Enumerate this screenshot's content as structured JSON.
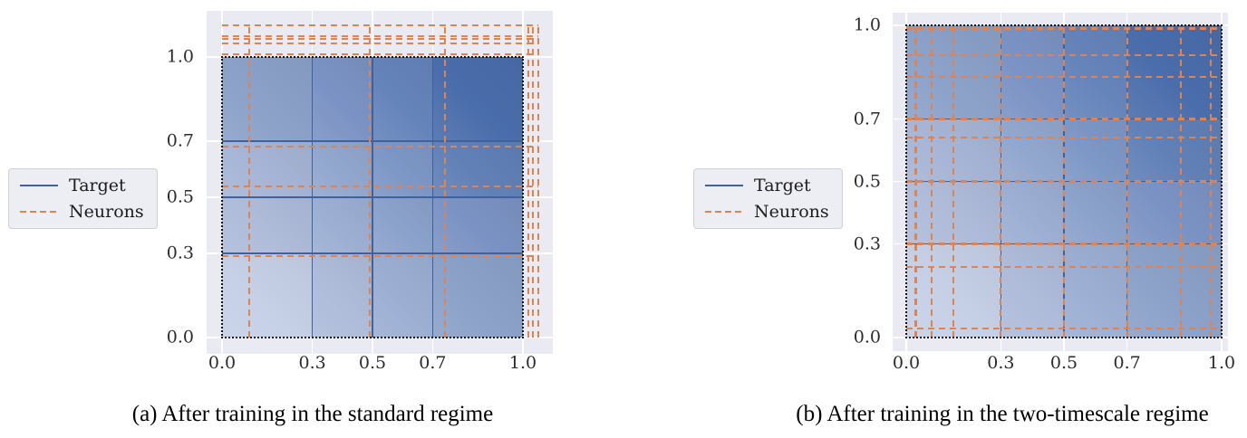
{
  "figure": {
    "panel_background": "#e9eaf2",
    "grid_color": "#ffffff",
    "target_color": "#3e62a0",
    "neuron_color": "#dd8452",
    "target_boundary_color": "#131313",
    "tick_text_color": "#2b2b2b"
  },
  "legend": {
    "items": [
      {
        "label": "Target",
        "style": "solid",
        "color": "#3e62a0"
      },
      {
        "label": "Neurons",
        "style": "dashed",
        "color": "#dd8452"
      }
    ]
  },
  "chart_data": [
    {
      "id": "a",
      "type": "heatmap",
      "caption": "(a) After training in the standard regime",
      "xticks": {
        "values": [
          0.0,
          0.3,
          0.5,
          0.7,
          1.0
        ],
        "labels": [
          "0.0",
          "0.3",
          "0.5",
          "0.7",
          "1.0"
        ]
      },
      "yticks": {
        "values": [
          0.0,
          0.3,
          0.5,
          0.7,
          1.0
        ],
        "labels": [
          "0.0",
          "0.3",
          "0.5",
          "0.7",
          "1.0"
        ]
      },
      "xlim": [
        -0.05,
        1.1
      ],
      "ylim": [
        -0.06,
        1.17
      ],
      "grid": true,
      "target_partition": {
        "x_edges": [
          0.0,
          0.3,
          0.5,
          0.7,
          1.0
        ],
        "y_edges": [
          0.0,
          0.3,
          0.5,
          0.7,
          1.0
        ]
      },
      "cell_colors_rows_top_to_bottom": [
        [
          "#8ba1c8",
          "#7b93c4",
          "#6584ba",
          "#4a6dab"
        ],
        [
          "#a6b5d6",
          "#92a7ce",
          "#7d97c6",
          "#6080b7"
        ],
        [
          "#aebcda",
          "#9cafd3",
          "#8ba2cb",
          "#7b93c4"
        ],
        [
          "#c5d0e7",
          "#aebcda",
          "#9cafd3",
          "#8ba1c8"
        ]
      ],
      "neurons": {
        "vertical_lines_x": [
          0.09,
          0.49,
          0.74,
          1.018,
          1.033,
          1.051
        ],
        "horizontal_lines_y": [
          0.29,
          0.54,
          0.68,
          1.01,
          1.048,
          1.065,
          1.074,
          1.113
        ],
        "vertical_extent_y": [
          0.0,
          1.113
        ],
        "horizontal_extent_x": [
          0.0,
          1.051
        ]
      }
    },
    {
      "id": "b",
      "type": "heatmap",
      "caption": "(b) After training in the two-timescale regime",
      "xticks": {
        "values": [
          0.0,
          0.3,
          0.5,
          0.7,
          1.0
        ],
        "labels": [
          "0.0",
          "0.3",
          "0.5",
          "0.7",
          "1.0"
        ]
      },
      "yticks": {
        "values": [
          0.0,
          0.3,
          0.5,
          0.7,
          1.0
        ],
        "labels": [
          "0.0",
          "0.7",
          "0.5",
          "0.3",
          "0.0"
        ]
      },
      "xlim": [
        -0.04,
        1.02
      ],
      "ylim": [
        -0.04,
        1.04
      ],
      "grid": true,
      "target_partition": {
        "x_edges": [
          0.0,
          0.3,
          0.5,
          0.7,
          1.0
        ],
        "y_edges": [
          0.0,
          0.3,
          0.5,
          0.7,
          1.0
        ]
      },
      "cell_colors_rows_top_to_bottom": [
        [
          "#8ba1c8",
          "#7b93c4",
          "#6584ba",
          "#4a6dab"
        ],
        [
          "#a6b5d6",
          "#92a7ce",
          "#7d97c6",
          "#6080b7"
        ],
        [
          "#aebcda",
          "#9cafd3",
          "#8ba2cb",
          "#7b93c4"
        ],
        [
          "#c5d0e7",
          "#aebcda",
          "#9cafd3",
          "#8ba1c8"
        ]
      ],
      "neurons": {
        "vertical_lines_x": [
          0.03,
          0.08,
          0.15,
          0.3,
          0.5,
          0.7,
          0.87,
          0.965
        ],
        "horizontal_lines_y": [
          0.03,
          0.225,
          0.3,
          0.5,
          0.64,
          0.7,
          0.835,
          0.905,
          0.99
        ],
        "vertical_extent_y": [
          0.0,
          1.0
        ],
        "horizontal_extent_x": [
          0.0,
          1.0
        ]
      }
    }
  ],
  "captions": {
    "a": "(a) After training in the standard regime",
    "b": "(b) After training in the two-timescale regime"
  }
}
